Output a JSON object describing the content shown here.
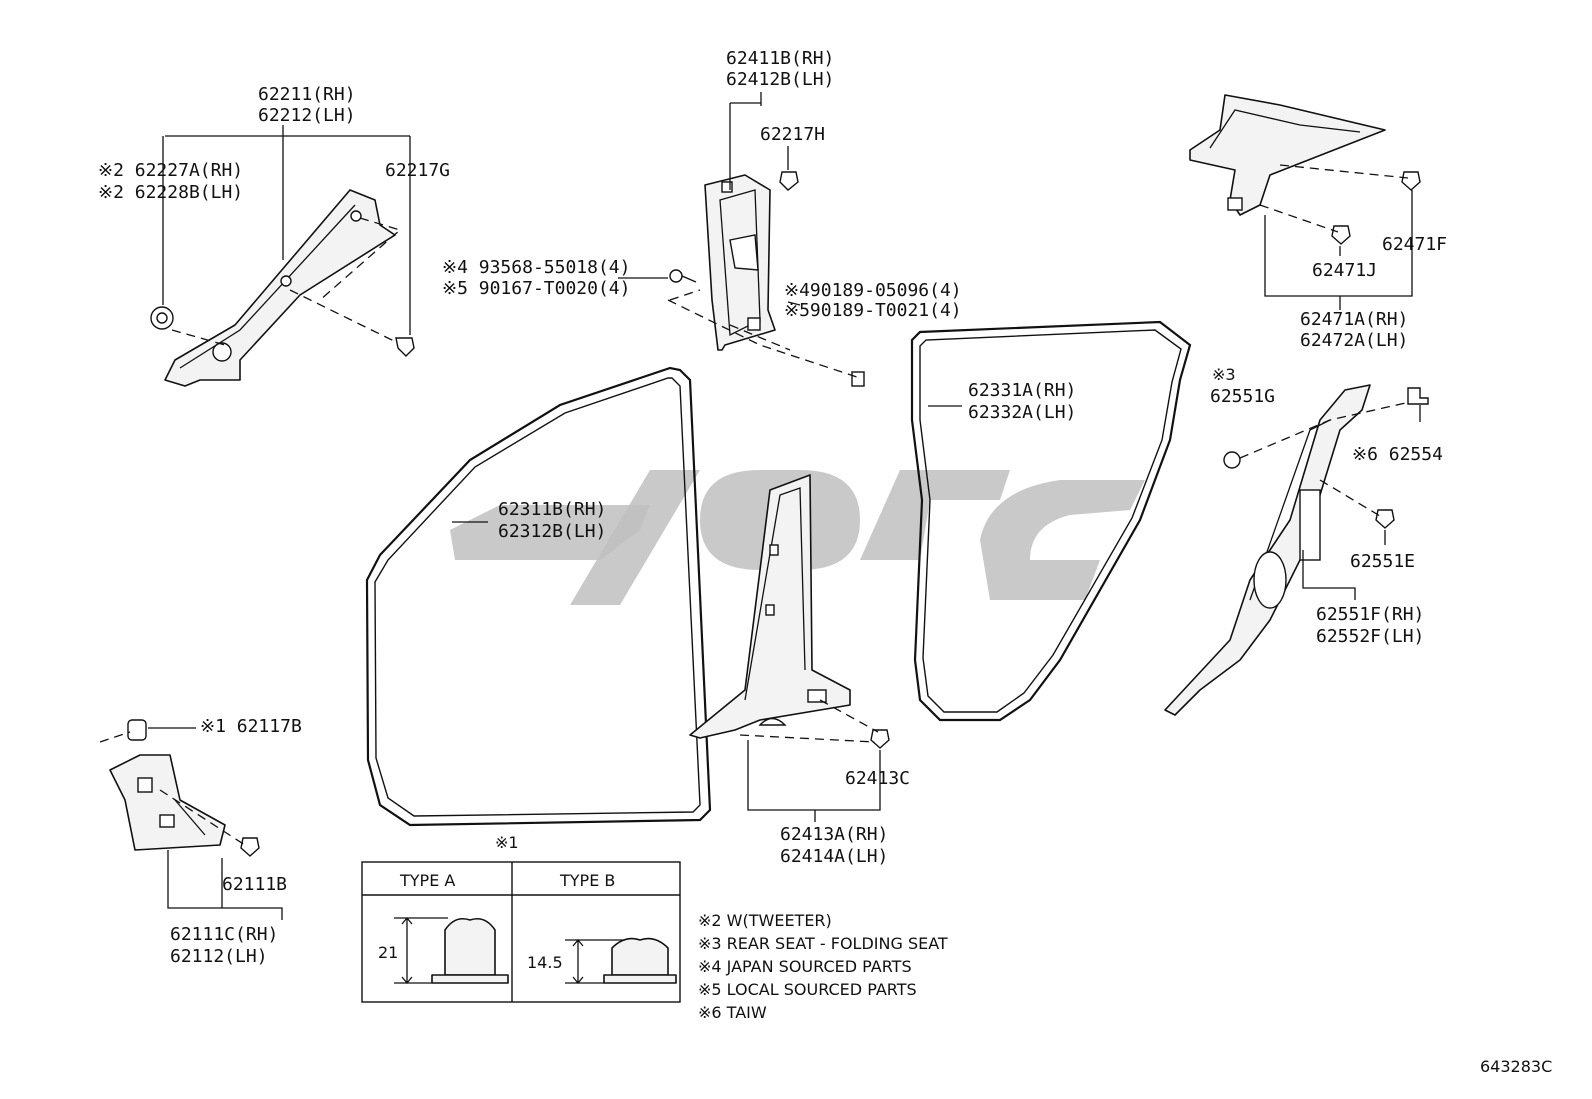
{
  "labels": {
    "p62211": "62211(RH)",
    "p62212": "62212(LH)",
    "p62227a": "※2 62227A(RH)",
    "p62228b": "※2 62228B(LH)",
    "p62217g": "62217G",
    "p62411b": "62411B(RH)",
    "p62412b": "62412B(LH)",
    "p62217h": "62217H",
    "p93568": "※4 93568-55018(4)",
    "p90167": "※5 90167-T0020(4)",
    "p90189_05096": "※490189-05096(4)",
    "p90189_t0021": "※590189-T0021(4)",
    "p62471f": "62471F",
    "p62471j": "62471J",
    "p62471a": "62471A(RH)",
    "p62472a": "62472A(LH)",
    "p62331a": "62331A(RH)",
    "p62332a": "62332A(LH)",
    "p62311b": "62311B(RH)",
    "p62312b": "62312B(LH)",
    "p62551g_mark": "※3",
    "p62551g": "62551G",
    "p62554": "※6 62554",
    "p62551e": "62551E",
    "p62551f": "62551F(RH)",
    "p62552f": "62552F(LH)",
    "p62117b": "※1 62117B",
    "p62413c": "62413C",
    "p62413a": "62413A(RH)",
    "p62414a": "62414A(LH)",
    "p62111b": "62111B",
    "p62111c": "62111C(RH)",
    "p62112": "62112(LH)"
  },
  "type_table": {
    "mark": "※1",
    "type_a": "TYPE A",
    "type_b": "TYPE B",
    "dim_a": "21",
    "dim_b": "14.5"
  },
  "notes": [
    "※2 W(TWEETER)",
    "※3 REAR SEAT - FOLDING SEAT",
    "※4 JAPAN SOURCED PARTS",
    "※5 LOCAL SOURCED PARTS",
    "※6 TAIW"
  ],
  "drawing_number": "643283C"
}
